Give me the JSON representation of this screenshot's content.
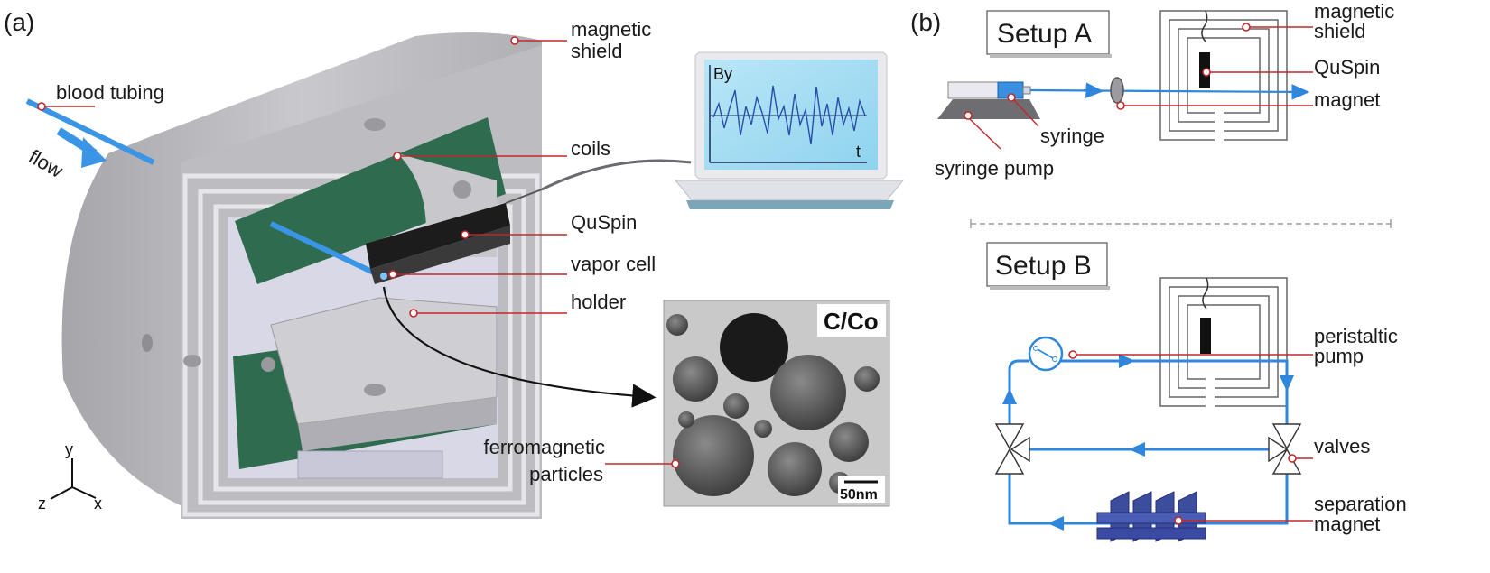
{
  "panel_a": {
    "tag": "(a)",
    "labels": {
      "magnetic_shield": [
        "magnetic",
        "shield"
      ],
      "blood_tubing": "blood tubing",
      "flow": "flow",
      "coils": "coils",
      "quspin": "QuSpin",
      "vapor_cell": "vapor cell",
      "holder": "holder",
      "ferromagnetic_particles": [
        "ferromagnetic",
        "particles"
      ]
    },
    "axes": {
      "y": "y",
      "x": "x",
      "z": "z"
    },
    "laptop": {
      "y_label": "By",
      "x_label": "t"
    },
    "micrograph": {
      "material": "C/Co",
      "scale_bar": "50nm"
    }
  },
  "panel_b": {
    "tag": "(b)",
    "setup_a": {
      "title": "Setup A",
      "labels": {
        "magnetic_shield": [
          "magnetic",
          "shield"
        ],
        "quspin": "QuSpin",
        "magnet": "magnet",
        "syringe": "syringe",
        "syringe_pump": "syringe pump"
      }
    },
    "setup_b": {
      "title": "Setup B",
      "labels": {
        "peristaltic_pump": [
          "peristaltic",
          "pump"
        ],
        "valves": "valves",
        "separation_magnet": [
          "separation",
          "magnet"
        ]
      }
    }
  },
  "colors": {
    "tubing": "#2f86dd",
    "leader": "#c0282b",
    "shield": "#b9b9bd",
    "pcb": "#2f6b4f"
  }
}
